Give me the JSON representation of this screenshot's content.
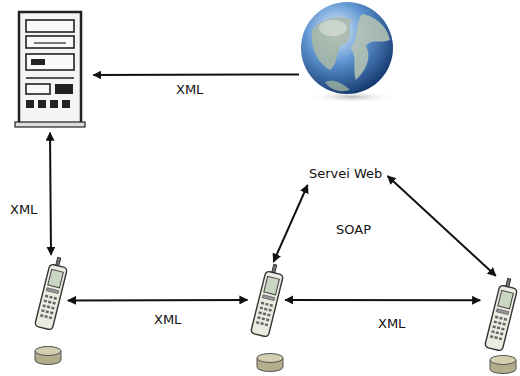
{
  "diagram": {
    "nodes": [
      {
        "text": []
      },
      {
        "text": []
      },
      {
        "text": [
          "Servei Web"
        ]
      },
      {
        "text": []
      },
      {
        "text": []
      },
      {
        "text": []
      }
    ],
    "edges": [
      {
        "from": 1,
        "to": 0,
        "arrow": "to",
        "label": "XML"
      },
      {
        "from": 0,
        "to": 3,
        "arrow": "both",
        "label": "XML"
      },
      {
        "from": 3,
        "to": 4,
        "arrow": "both",
        "label": "XML"
      },
      {
        "from": 4,
        "to": 5,
        "arrow": "both",
        "label": "XML"
      },
      {
        "from": 2,
        "to": 4,
        "arrow": "both"
      },
      {
        "from": 2,
        "to": 5,
        "arrow": "both"
      }
    ],
    "labels": [
      "SOAP"
    ]
  }
}
